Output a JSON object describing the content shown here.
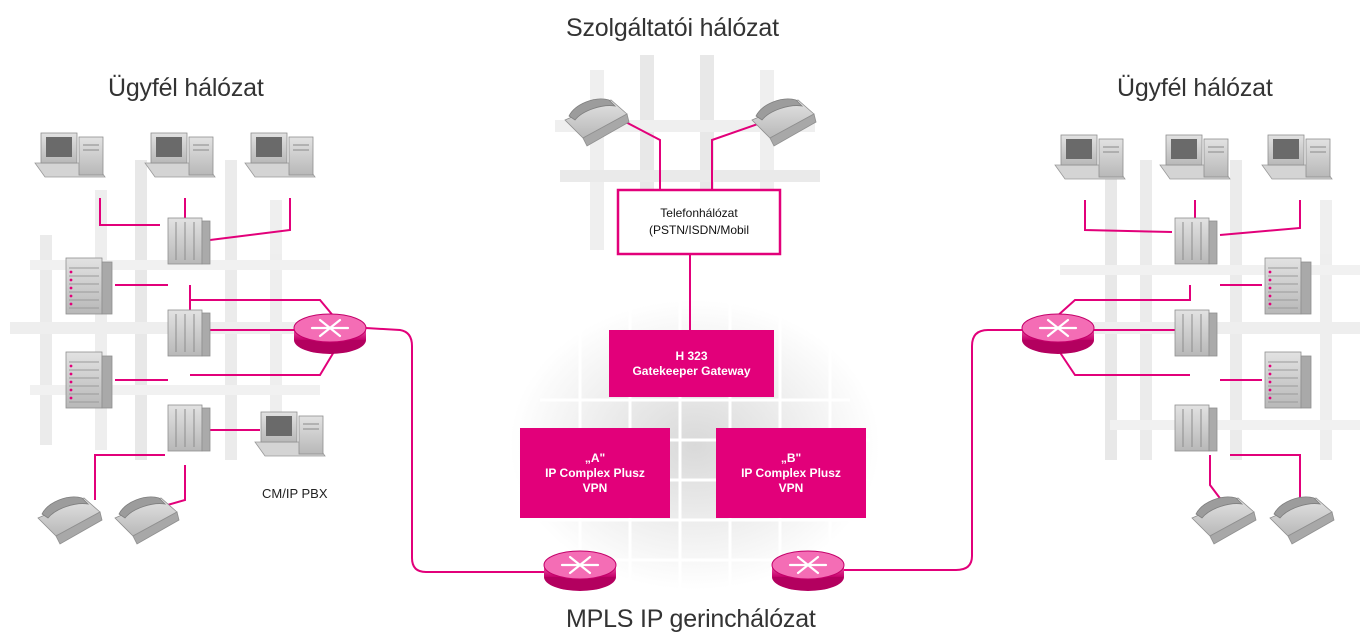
{
  "colors": {
    "accent": "#e2007a",
    "grid": "#e6e6e6",
    "device": "#c9c9c9"
  },
  "titles": {
    "customer_left": "Ügyfél hálózat",
    "provider": "Szolgáltatói hálózat",
    "customer_right": "Ügyfél hálózat",
    "backbone": "MPLS IP gerinchálózat"
  },
  "boxes": {
    "phone_network": {
      "line1": "Telefonhálózat",
      "line2": "(PSTN/ISDN/Mobil"
    },
    "gateway": {
      "line1": "H 323",
      "line2": "Gatekeeper Gateway"
    },
    "vpn_a": {
      "line1": "„A\"",
      "line2": "IP Complex Plusz",
      "line3": "VPN"
    },
    "vpn_b": {
      "line1": "„B\"",
      "line2": "IP Complex Plusz",
      "line3": "VPN"
    }
  },
  "labels": {
    "pbx": "CM/IP PBX"
  },
  "icons": [
    "computer-icon",
    "server-rack-icon",
    "switch-icon",
    "router-icon",
    "telephone-icon"
  ]
}
